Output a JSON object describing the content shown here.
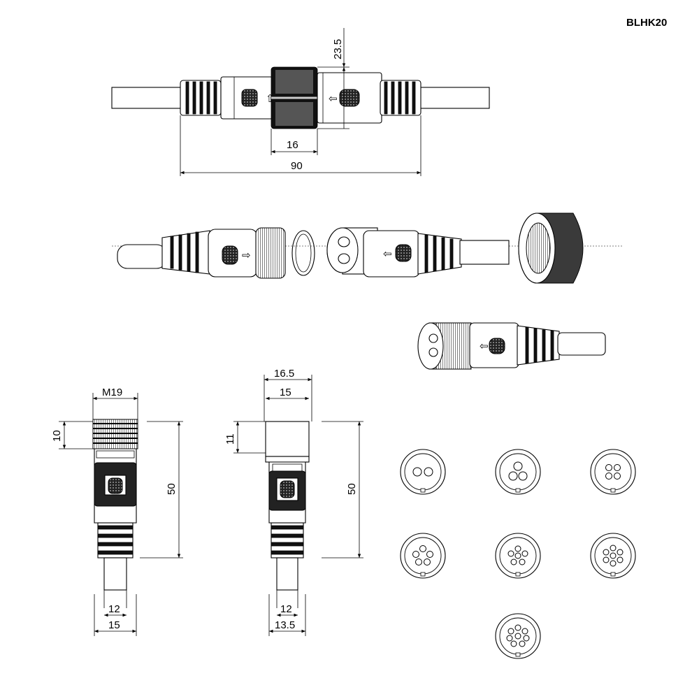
{
  "title": "BLHK20",
  "dims": {
    "a": "23.5",
    "b": "16",
    "c": "90",
    "d": "M19",
    "e": "10",
    "f": "50",
    "g": "12",
    "h": "15",
    "i": "16.5",
    "j": "15",
    "k": "11",
    "l": "50",
    "m": "12",
    "n": "13.5"
  },
  "pin_faces": [
    {
      "pins": 2
    },
    {
      "pins": 3
    },
    {
      "pins": 4
    },
    {
      "pins": 5
    },
    {
      "pins": 6
    },
    {
      "pins": 7
    },
    {
      "pins": 8
    }
  ]
}
